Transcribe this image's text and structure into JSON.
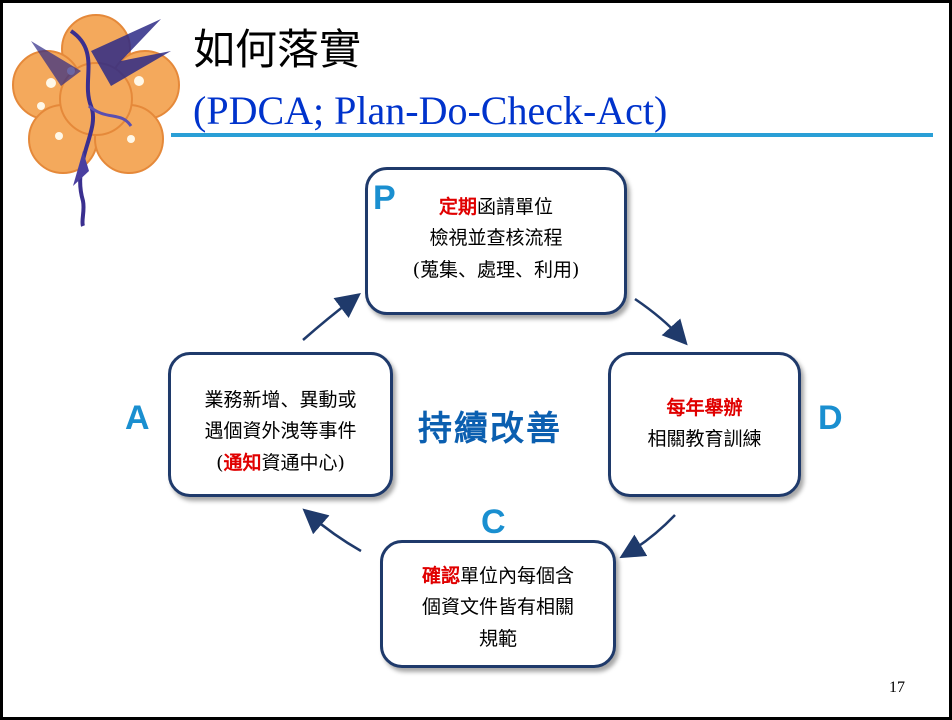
{
  "title": {
    "line1": "如何落實",
    "line2": "(PDCA; Plan-Do-Check-Act)"
  },
  "cycle": {
    "center": "持續改善",
    "plan": {
      "letter": "P",
      "highlight": "定期",
      "line1_rest": "函請單位",
      "line2": "檢視並查核流程",
      "line3": "(蒐集、處理、利用)"
    },
    "do": {
      "letter": "D",
      "highlight": "每年舉辦",
      "line2": "相關教育訓練"
    },
    "check": {
      "letter": "C",
      "highlight": "確認",
      "line1_rest": "單位內每個含",
      "line2": "個資文件皆有相關",
      "line3": "規範"
    },
    "act": {
      "letter": "A",
      "line1": "業務新增、異動或",
      "line2": "遇個資外洩等事件",
      "line3_open": "(",
      "highlight": "通知",
      "line3_rest": "資通中心)"
    }
  },
  "page_number": "17",
  "colors": {
    "title_rule": "#2a9fd6",
    "letters": "#1a8fd0",
    "center_text": "#0b5fb0",
    "highlight": "#e00000",
    "box_border": "#1f3a6b"
  },
  "icons": {
    "logo": "plum-blossom-crane-logo-icon",
    "arrows": "curved-cycle-arrow-icon"
  }
}
